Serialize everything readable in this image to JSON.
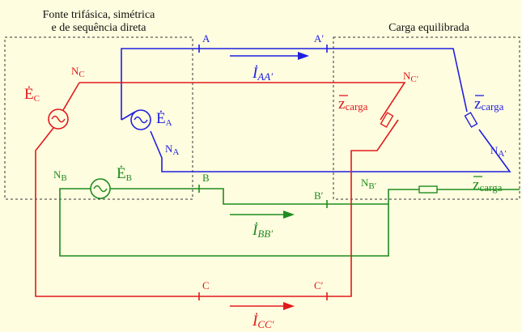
{
  "titles": {
    "source_line1": "Fonte trifásica, simétrica",
    "source_line2": "e de sequência direta",
    "load": "Carga equilibrada"
  },
  "colors": {
    "phase_a": "#1f1fe0",
    "phase_b": "#1e8c1e",
    "phase_c": "#e01a1a",
    "background": "#fffde0",
    "text": "#111111"
  },
  "terminals": {
    "a": "A",
    "a_load": "A′",
    "b": "B",
    "b_load": "B′",
    "c": "C",
    "c_load": "C′"
  },
  "neutral": {
    "base": "N",
    "a": "A",
    "b": "B",
    "c": "C",
    "a_load": "A′",
    "b_load": "B′",
    "c_load": "C′"
  },
  "sources": {
    "a": {
      "base": "Ė",
      "sub": "A"
    },
    "b": {
      "base": "Ė",
      "sub": "B"
    },
    "c": {
      "base": "Ė",
      "sub": "C"
    }
  },
  "currents": {
    "base": "İ",
    "aa": "AA′",
    "bb": "BB′",
    "cc": "CC′"
  },
  "impedance": {
    "base": "z",
    "sub": "carga"
  }
}
